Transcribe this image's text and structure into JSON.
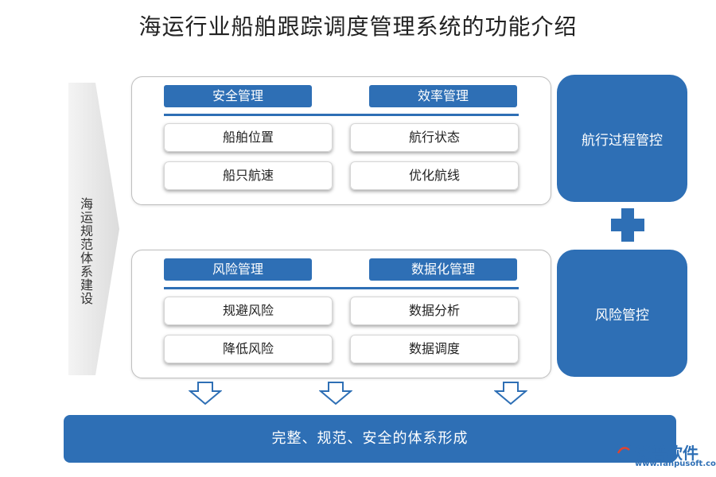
{
  "title": "海运行业船舶跟踪调度管理系统的功能介绍",
  "left_label": "海运规范体系建设",
  "top_panel": {
    "headers": [
      "安全管理",
      "效率管理"
    ],
    "items": [
      [
        "船舶位置",
        "航行状态"
      ],
      [
        "船只航速",
        "优化航线"
      ]
    ]
  },
  "bottom_panel": {
    "headers": [
      "风险管理",
      "数据化管理"
    ],
    "items": [
      [
        "规避风险",
        "数据分析"
      ],
      [
        "降低风险",
        "数据调度"
      ]
    ]
  },
  "side_boxes": [
    "航行过程管控",
    "风险管控"
  ],
  "bottom_bar": "完整、规范、安全的体系形成",
  "brand": {
    "name": "泛普软件",
    "url": "www.fanpusoft.com"
  },
  "colors": {
    "primary_blue": "#2e6fb5",
    "arrow_gray": "#e8e8e8"
  }
}
